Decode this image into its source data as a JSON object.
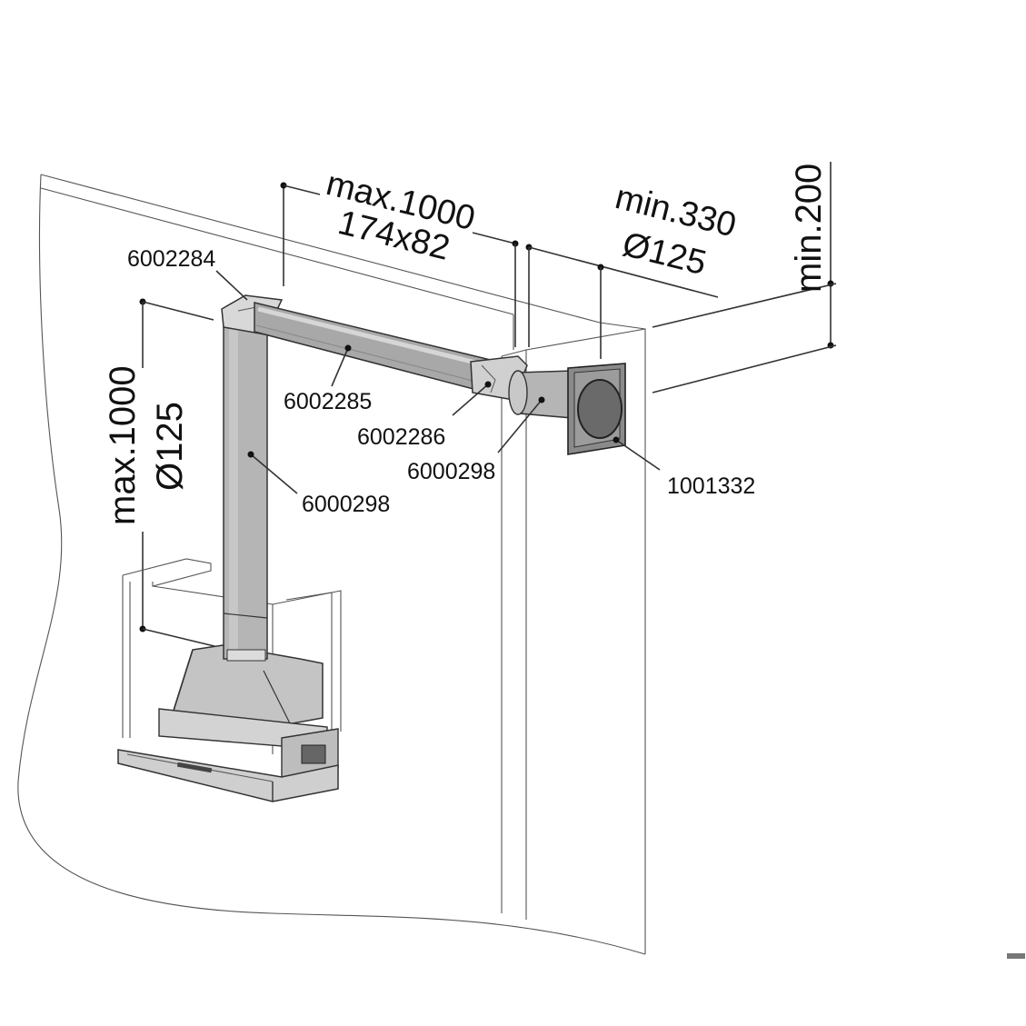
{
  "colors": {
    "line": "#333333",
    "duct_fill": "#b9b9b9",
    "duct_dark": "#8e8e8e",
    "duct_light": "#d6d6d6",
    "hood_fill": "#c4c4c4",
    "wall_grille": "#7a7a7a",
    "background": "#ffffff"
  },
  "labels": {
    "part_top_corner": "6002284",
    "part_flat_duct": "6002285",
    "part_adapter": "6002286",
    "part_pipe_horizontal": "6000298",
    "part_pipe_vertical": "6000298",
    "part_wall_outlet": "1001332"
  },
  "dimensions": {
    "horizontal_length": "max.1000",
    "horizontal_section": "174x82",
    "wall_offset": "min.330",
    "wall_diameter": "Ø125",
    "height_above": "min.200",
    "vertical_length": "max.1000",
    "vertical_diameter": "Ø125"
  }
}
